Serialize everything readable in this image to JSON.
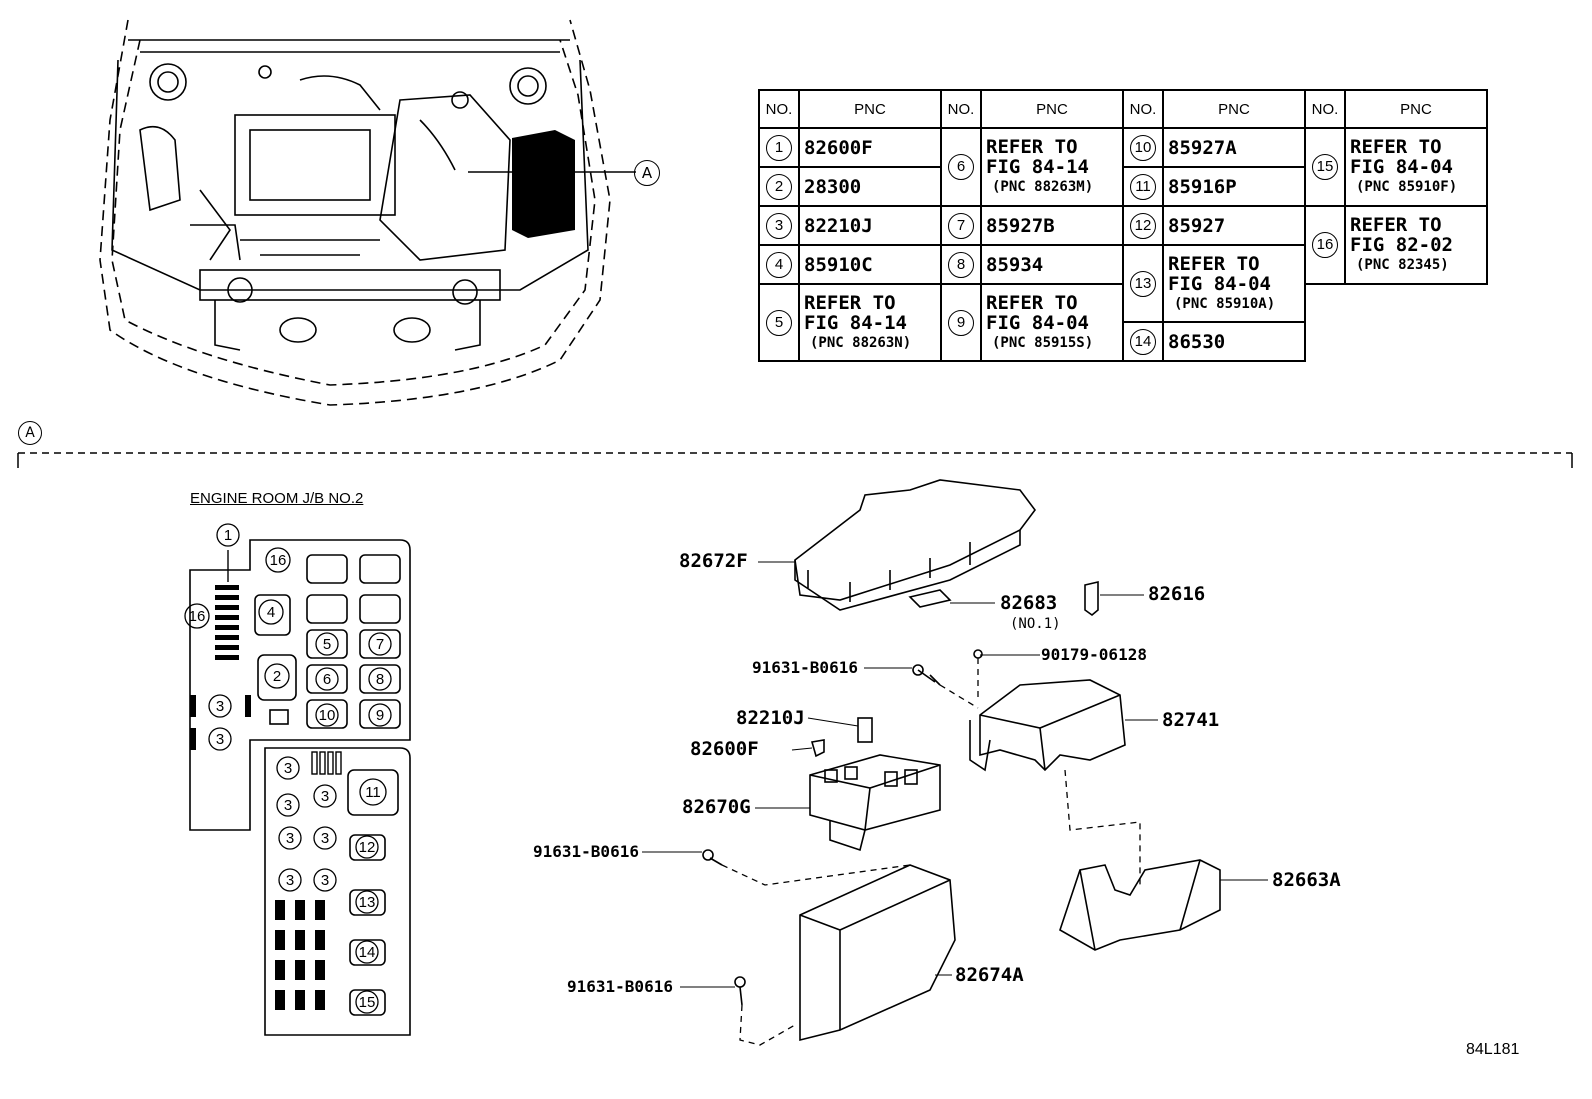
{
  "callout_letter": "A",
  "table": {
    "headers": [
      "NO.",
      "PNC"
    ],
    "rows": [
      {
        "no": "1",
        "pnc": "82600F"
      },
      {
        "no": "2",
        "pnc": "28300"
      },
      {
        "no": "3",
        "pnc": "82210J"
      },
      {
        "no": "4",
        "pnc": "85910C"
      },
      {
        "no": "5",
        "ref1": "REFER TO",
        "ref2": "FIG 84-14",
        "ref3": "(PNC 88263N)"
      },
      {
        "no": "6",
        "ref1": "REFER TO",
        "ref2": "FIG 84-14",
        "ref3": "(PNC 88263M)"
      },
      {
        "no": "7",
        "pnc": "85927B"
      },
      {
        "no": "8",
        "pnc": "85934"
      },
      {
        "no": "9",
        "ref1": "REFER TO",
        "ref2": "FIG 84-04",
        "ref3": "(PNC 85915S)"
      },
      {
        "no": "10",
        "pnc": "85927A"
      },
      {
        "no": "11",
        "pnc": "85916P"
      },
      {
        "no": "12",
        "pnc": "85927"
      },
      {
        "no": "13",
        "ref1": "REFER TO",
        "ref2": "FIG 84-04",
        "ref3": "(PNC 85910A)"
      },
      {
        "no": "14",
        "pnc": "86530"
      },
      {
        "no": "15",
        "ref1": "REFER TO",
        "ref2": "FIG 84-04",
        "ref3": "(PNC 85910F)"
      },
      {
        "no": "16",
        "ref1": "REFER TO",
        "ref2": "FIG 82-02",
        "ref3": "(PNC 82345)"
      }
    ]
  },
  "jb_title": "ENGINE ROOM J/B NO.2",
  "parts": {
    "cover": "82672F",
    "label_no1": "82683",
    "label_no1_sub": "(NO.1)",
    "clip": "82616",
    "screw_top": "90179-06128",
    "bolt_a": "91631-B0616",
    "bolt_b": "91631-B0616",
    "bolt_c": "91631-B0616",
    "relay": "82210J",
    "fuse": "82600F",
    "block": "82670G",
    "bracket": "82741",
    "lower_case": "82663A",
    "box": "82674A"
  },
  "figure_code": "84L181"
}
